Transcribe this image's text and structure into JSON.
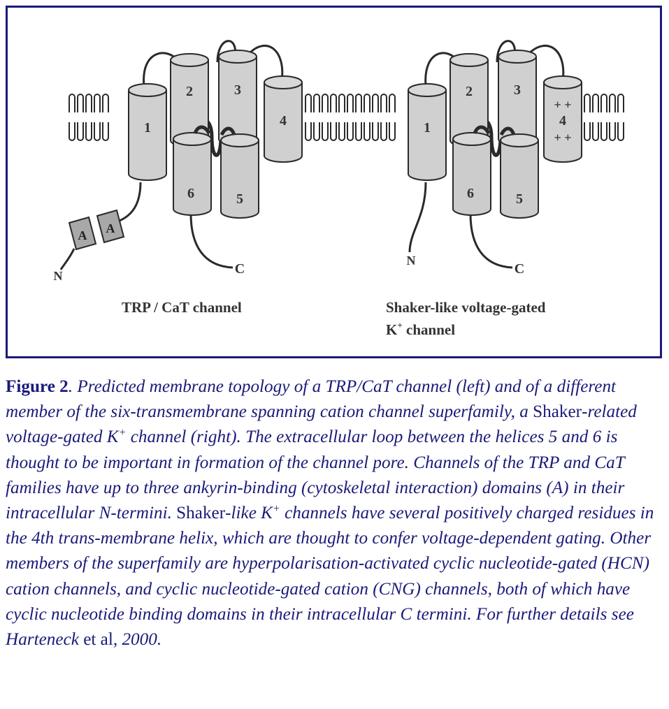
{
  "diagram": {
    "left": {
      "helix_labels": [
        "1",
        "2",
        "3",
        "4",
        "5",
        "6"
      ],
      "domain_labels": [
        "A",
        "A"
      ],
      "n_terminus": "N",
      "c_terminus": "C",
      "title": "TRP / CaT channel"
    },
    "right": {
      "helix_labels": [
        "1",
        "2",
        "3",
        "4",
        "5",
        "6"
      ],
      "charges_top": "+ +",
      "charges_bottom": "+ +",
      "n_terminus": "N",
      "c_terminus": "C",
      "title_line1": "Shaker-like voltage-gated",
      "title_line2_prefix": "K",
      "title_line2_sup": "+",
      "title_line2_suffix": " channel"
    }
  },
  "caption": {
    "label": "Figure 2",
    "seg1": ". Predicted membrane topology of a TRP/CaT channel (left) and of a different member of the six-transmembrane spanning cation channel superfamily, a ",
    "seg2": "Shaker",
    "seg3": "-related voltage-gated K",
    "sup1": "+",
    "seg4": " channel (right). The extracellular loop between the helices 5 and 6 is thought to be important in formation of the channel pore. Channels of the TRP and CaT families have up to three ankyrin-binding (cytoskeletal interaction) domains (A) in their intracellular N-termini. ",
    "seg5": "Shaker",
    "seg6": "-like K",
    "sup2": "+",
    "seg7": " channels have several positively charged residues in the 4th trans-membrane helix, which are thought to confer voltage-dependent gating. Other members of the superfamily are hyperpolarisation-activated cyclic nucleotide-gated (HCN) cation channels, and cyclic nucleotide-gated cation (CNG) channels, both of which have cyclic nucleotide binding domains in their intracellular C termini. For further details see Harteneck ",
    "seg8": "et al",
    "seg9": ", 2000."
  },
  "colors": {
    "frame_border": "#1a1a7a",
    "caption_text": "#1a1a7a",
    "helix_fill": "#d0d0d0",
    "domain_fill": "#a8a8a8",
    "stroke": "#2a2a2a"
  }
}
